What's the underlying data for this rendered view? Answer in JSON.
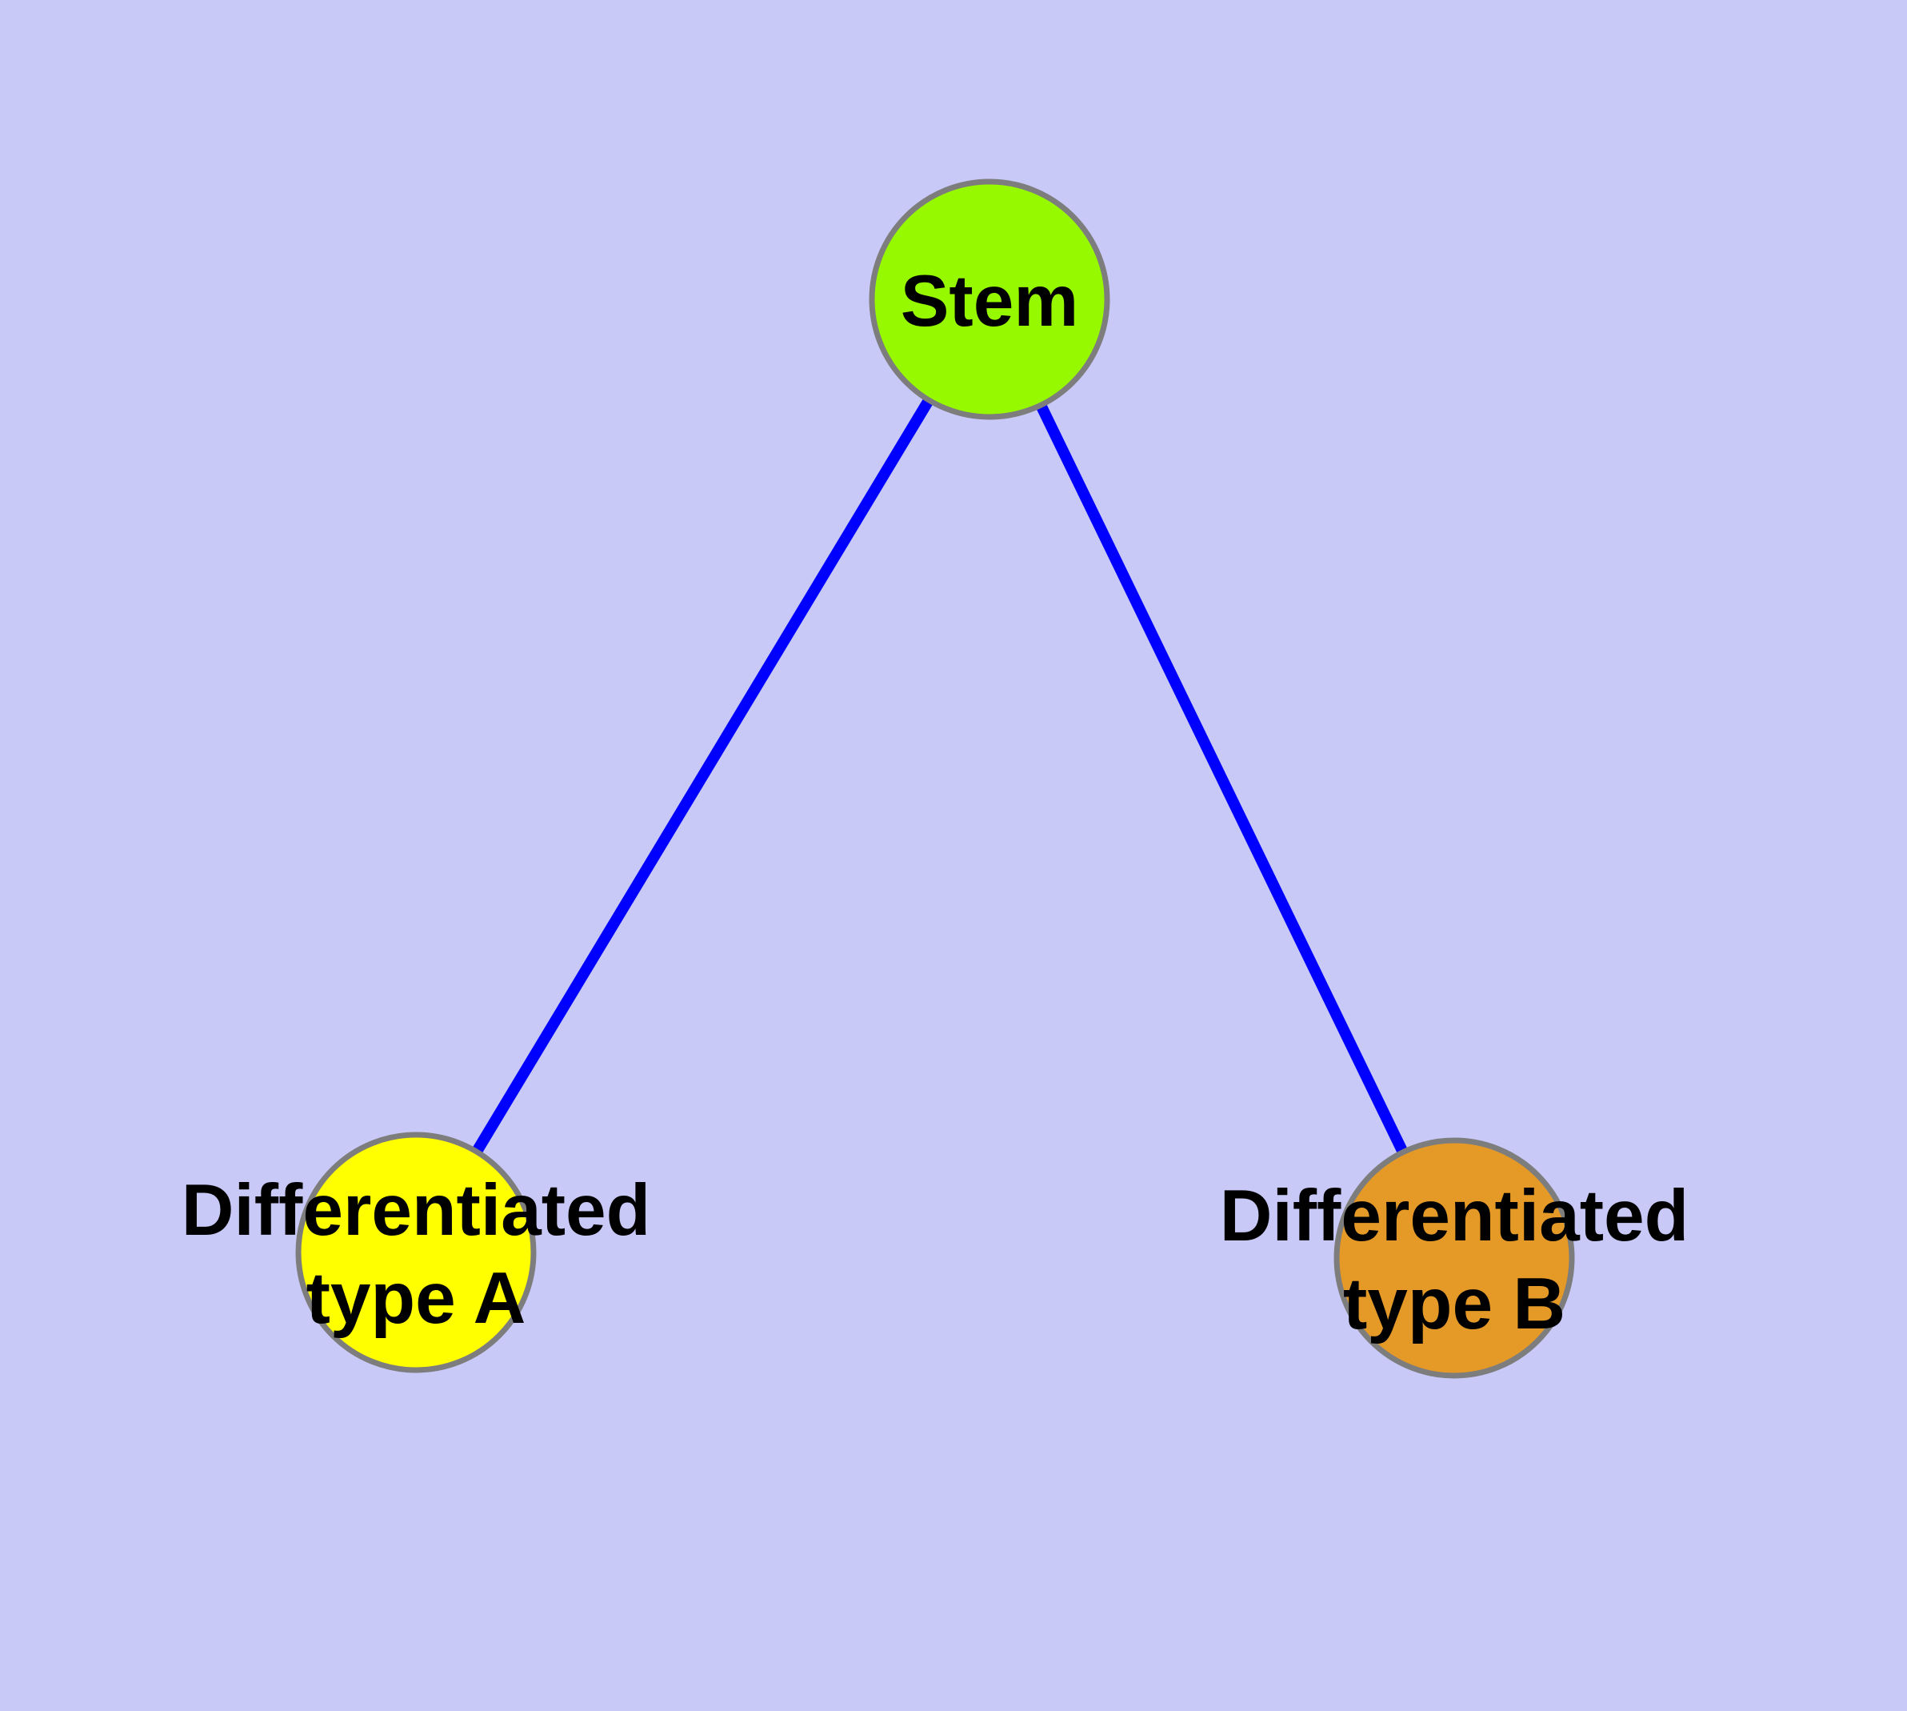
{
  "diagram": {
    "background_color": "#c9c9f8",
    "node_border_color": "#7d7d7d",
    "edge_color": "#0000ff",
    "text_color": "#000000",
    "nodes": [
      {
        "id": "stem",
        "label": "Stem",
        "label_lines": [
          "Stem"
        ],
        "fill_color": "#97f900"
      },
      {
        "id": "differentiated-type-a",
        "label": "Differentiated type A",
        "label_lines": [
          "Differentiated",
          "type A"
        ],
        "fill_color": "#ffff00"
      },
      {
        "id": "differentiated-type-b",
        "label": "Differentiated type B",
        "label_lines": [
          "Differentiated",
          "type B"
        ],
        "fill_color": "#e59a28"
      }
    ],
    "edges": [
      {
        "from": "stem",
        "to": "differentiated-type-a",
        "color": "#0000ff"
      },
      {
        "from": "stem",
        "to": "differentiated-type-b",
        "color": "#0000ff"
      }
    ]
  }
}
